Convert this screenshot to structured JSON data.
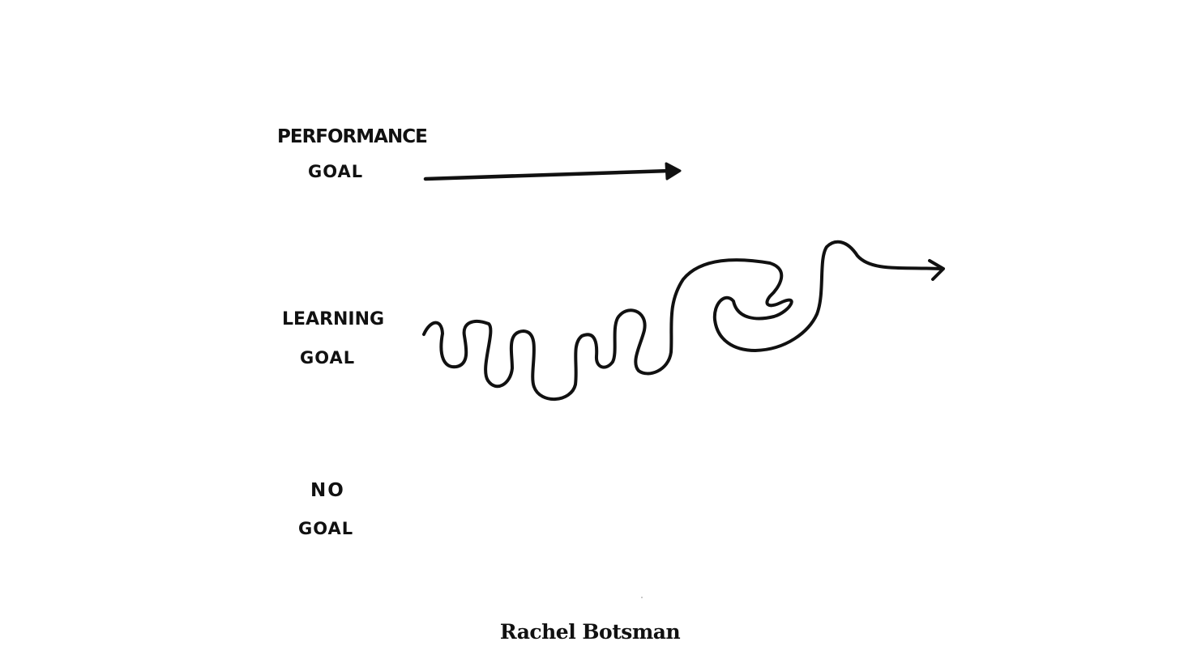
{
  "labels": {
    "performance": {
      "line1": "PERFORMANCE",
      "line2": "GOAL"
    },
    "learning": {
      "line1": "LEARNING",
      "line2": "GOAL"
    },
    "no_goal": {
      "line1": "NO",
      "line2": "GOAL"
    }
  },
  "footer": {
    "credit": "Rachel Botsman"
  },
  "colors": {
    "ink": "#111111",
    "background": "#ffffff"
  }
}
